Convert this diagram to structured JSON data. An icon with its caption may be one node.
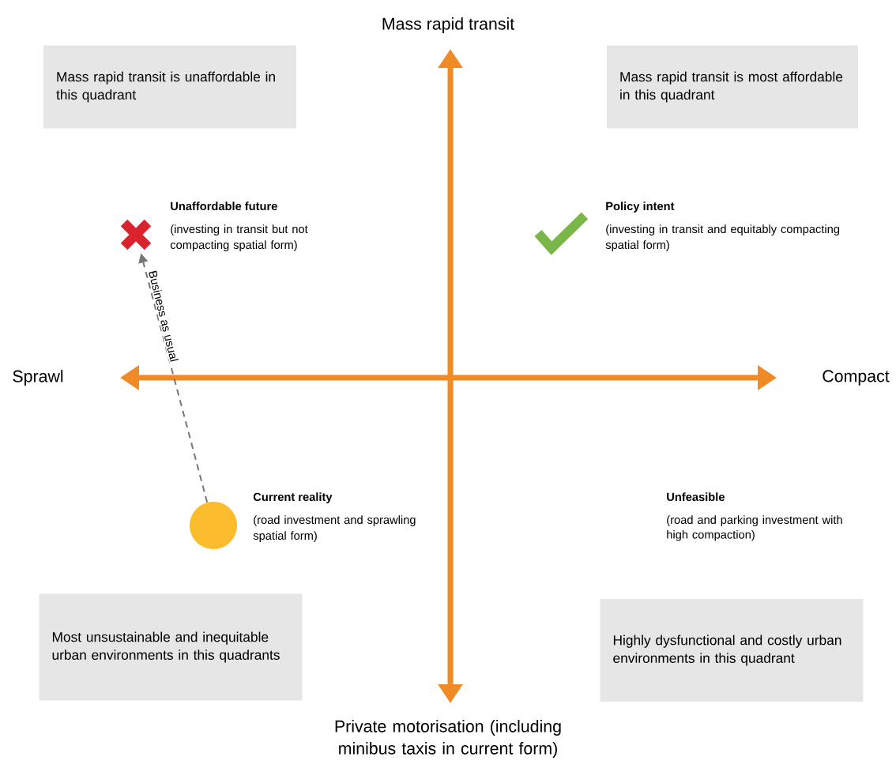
{
  "diagram": {
    "nodes": [
      {
        "text": [
          "Mass rapid transit is unaffordable in this quadrant"
        ]
      },
      {
        "text": [
          "Mass rapid transit is most affordable in this quadrant"
        ]
      },
      {
        "text": [],
        "shape": "cross",
        "beside": [
          "Unaffordable future",
          "(investing in transit but not compacting spatial form)"
        ]
      },
      {
        "text": [],
        "shape": "check",
        "beside": [
          "Policy intent",
          "(investing in transit and equitably compacting spatial form)"
        ]
      },
      {
        "text": [],
        "shape": "circle",
        "beside": [
          "Current reality",
          "(road investment and sprawling spatial form)"
        ]
      },
      {
        "text": [
          "Most unsustainable and inequitable urban environments in this quadrants"
        ]
      },
      {
        "text": [
          "Highly dysfunctional and costly urban environments in this quadrant"
        ]
      }
    ],
    "edges": [
      {
        "from": 4,
        "to": 2,
        "arrow": "to",
        "style": "dashed",
        "label": "Business as usual"
      }
    ],
    "labels": [
      "Mass rapid transit",
      "Sprawl",
      "Compact",
      "Unfeasible",
      "(road and parking investment with high compaction)",
      "Private motorisation (including minibus taxis in current form)"
    ]
  }
}
